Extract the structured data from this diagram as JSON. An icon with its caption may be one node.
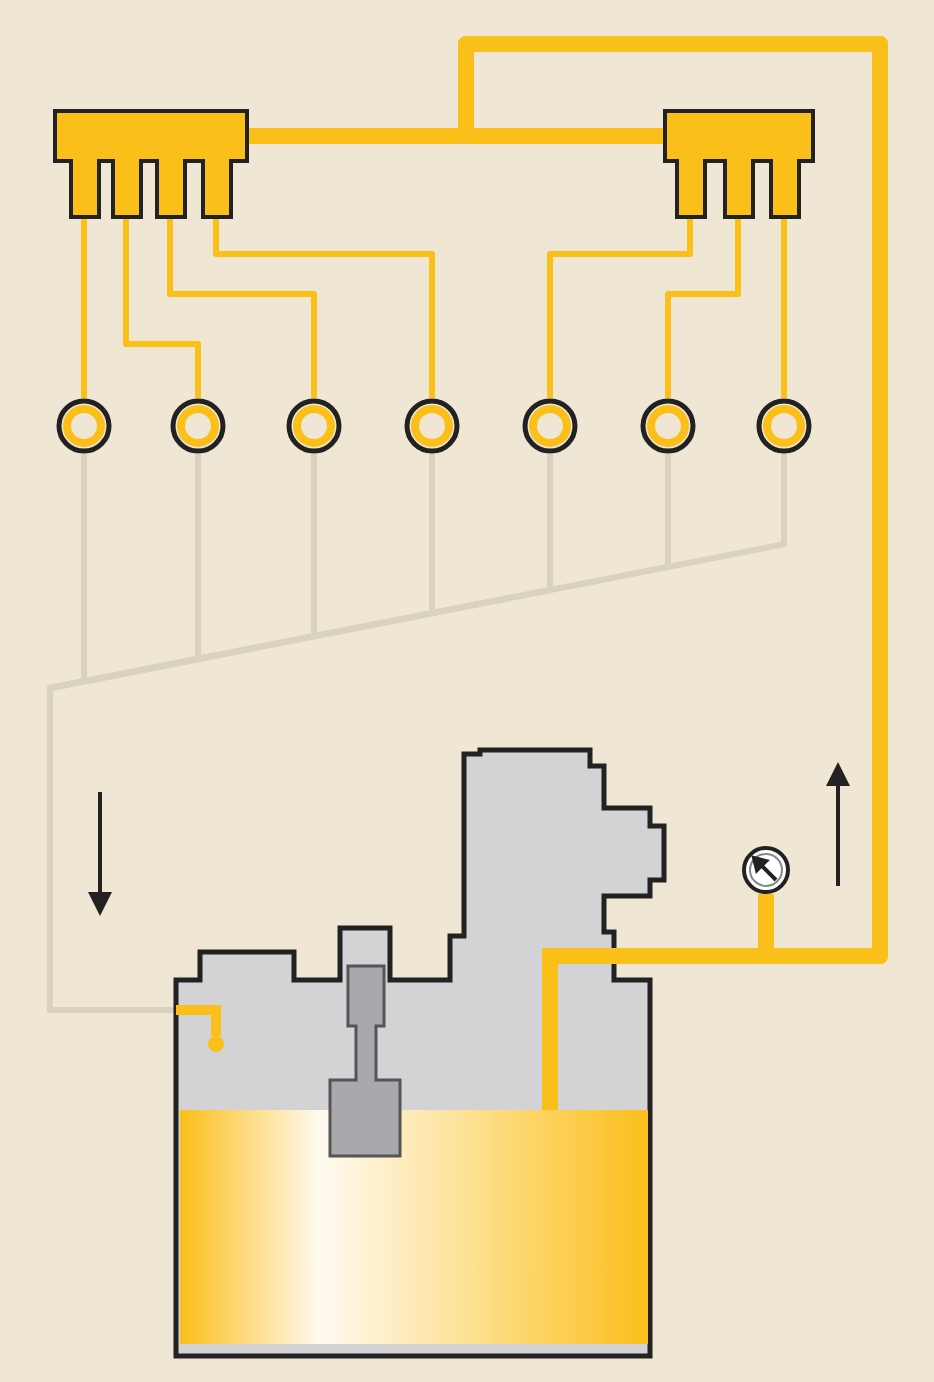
{
  "diagram": {
    "nodes": [
      {
        "text": [],
        "shape": "box"
      },
      {
        "text": [],
        "shape": "box"
      },
      {
        "text": [],
        "shape": "circle"
      },
      {
        "text": [],
        "shape": "circle"
      },
      {
        "text": [],
        "shape": "circle"
      },
      {
        "text": [],
        "shape": "circle"
      },
      {
        "text": [],
        "shape": "circle"
      },
      {
        "text": [],
        "shape": "circle"
      },
      {
        "text": [],
        "shape": "circle"
      },
      {
        "text": [],
        "shape": "tank"
      },
      {
        "text": [],
        "shape": "gauge"
      }
    ],
    "edges": [
      {
        "from": 9,
        "to": 0,
        "arrow": "none",
        "style": "thick"
      },
      {
        "from": 9,
        "to": 1,
        "arrow": "none",
        "style": "thick"
      },
      {
        "from": 9,
        "to": 10,
        "arrow": "none",
        "style": "thick"
      },
      {
        "from": 0,
        "to": 2,
        "arrow": "none"
      },
      {
        "from": 0,
        "to": 3,
        "arrow": "none"
      },
      {
        "from": 0,
        "to": 4,
        "arrow": "none"
      },
      {
        "from": 0,
        "to": 5,
        "arrow": "none"
      },
      {
        "from": 1,
        "to": 6,
        "arrow": "none"
      },
      {
        "from": 1,
        "to": 7,
        "arrow": "none"
      },
      {
        "from": 1,
        "to": 8,
        "arrow": "none"
      },
      {
        "from": 2,
        "to": 9,
        "arrow": "none",
        "color": "#d9d2c0"
      },
      {
        "from": 3,
        "to": 9,
        "arrow": "none",
        "color": "#d9d2c0"
      },
      {
        "from": 4,
        "to": 9,
        "arrow": "none",
        "color": "#d9d2c0"
      },
      {
        "from": 5,
        "to": 9,
        "arrow": "none",
        "color": "#d9d2c0"
      },
      {
        "from": 6,
        "to": 9,
        "arrow": "none",
        "color": "#d9d2c0"
      },
      {
        "from": 7,
        "to": 9,
        "arrow": "none",
        "color": "#d9d2c0"
      },
      {
        "from": 8,
        "to": 9,
        "arrow": "none",
        "color": "#d9d2c0"
      }
    ]
  }
}
